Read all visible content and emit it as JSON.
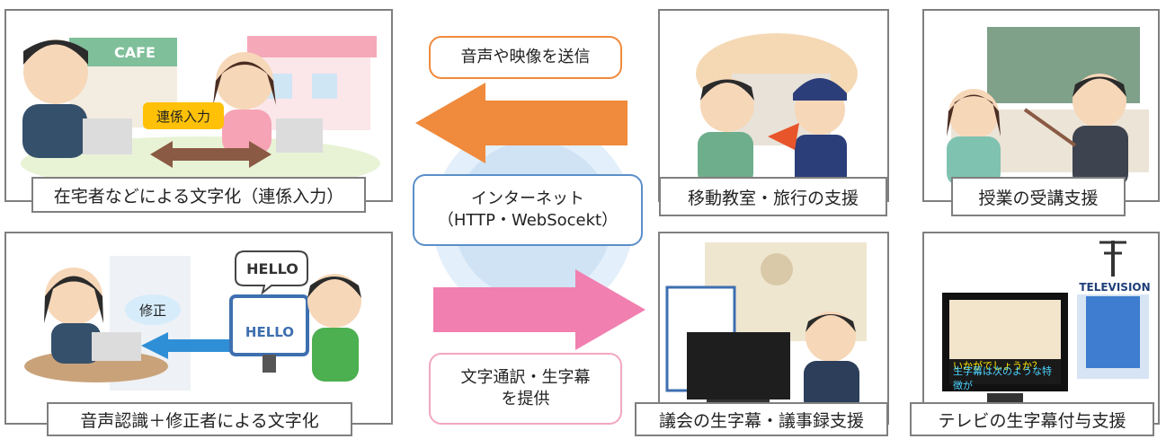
{
  "panels": {
    "remote_transcription": {
      "caption": "在宅者などによる文字化（連係入力）",
      "badge": "連係入力",
      "sign": "CAFE"
    },
    "speech_recognition": {
      "caption": "音声認識＋修正者による文字化",
      "badge": "修正",
      "bubble": "HELLO",
      "monitor": "HELLO"
    },
    "mobile_class": {
      "caption": "移動教室・旅行の支援"
    },
    "lecture": {
      "caption": "授業の受講支援"
    },
    "council": {
      "caption": "議会の生字幕・議事録支援"
    },
    "tv": {
      "caption": "テレビの生字幕付与支援",
      "station": "TELEVISION",
      "subtitle_line1": "いかがでしょうか？",
      "subtitle_line2": "生字幕は次のような特徴が"
    }
  },
  "center": {
    "send_label": "音声や映像を送信",
    "internet_line1": "インターネット",
    "internet_line2": "（HTTP・WebSocekt）",
    "provide_line1": "文字通訳・生字幕",
    "provide_line2": "を提供"
  },
  "colors": {
    "frame": "#7f7f7f",
    "send_arrow": "#f08a3c",
    "provide_arrow": "#f17fb0",
    "internet_border": "#5b8fc9",
    "provide_border": "#f2a7c0",
    "send_border": "#f08a3c",
    "correction_arrow": "#2f8fd6"
  }
}
